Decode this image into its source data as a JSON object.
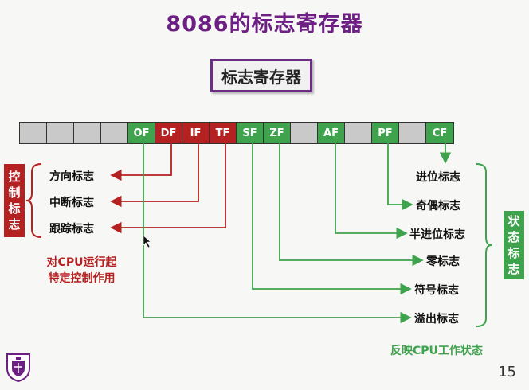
{
  "title": "8086的标志寄存器",
  "register_label": "标志寄存器",
  "register_cells": [
    {
      "label": "",
      "kind": "empty"
    },
    {
      "label": "",
      "kind": "empty"
    },
    {
      "label": "",
      "kind": "empty"
    },
    {
      "label": "",
      "kind": "empty"
    },
    {
      "label": "OF",
      "kind": "stat"
    },
    {
      "label": "DF",
      "kind": "ctrl"
    },
    {
      "label": "IF",
      "kind": "ctrl"
    },
    {
      "label": "TF",
      "kind": "ctrl"
    },
    {
      "label": "SF",
      "kind": "stat"
    },
    {
      "label": "ZF",
      "kind": "stat"
    },
    {
      "label": "",
      "kind": "empty"
    },
    {
      "label": "AF",
      "kind": "stat"
    },
    {
      "label": "",
      "kind": "empty"
    },
    {
      "label": "PF",
      "kind": "stat"
    },
    {
      "label": "",
      "kind": "empty"
    },
    {
      "label": "CF",
      "kind": "stat"
    }
  ],
  "control_flags": {
    "group_label": [
      "控",
      "制",
      "标",
      "志"
    ],
    "df": "方向标志",
    "if": "中断标志",
    "tf": "跟踪标志",
    "caption_line1": "对CPU运行起",
    "caption_line2": "特定控制作用"
  },
  "status_flags": {
    "group_label": [
      "状",
      "态",
      "标",
      "志"
    ],
    "cf": "进位标志",
    "pf": "奇偶标志",
    "af": "半进位标志",
    "zf": "零标志",
    "sf": "符号标志",
    "of": "溢出标志",
    "caption": "反映CPU工作状态"
  },
  "page_number": "15",
  "colors": {
    "title": "#6d1f83",
    "control": "#b52121",
    "status": "#3fa34d"
  }
}
